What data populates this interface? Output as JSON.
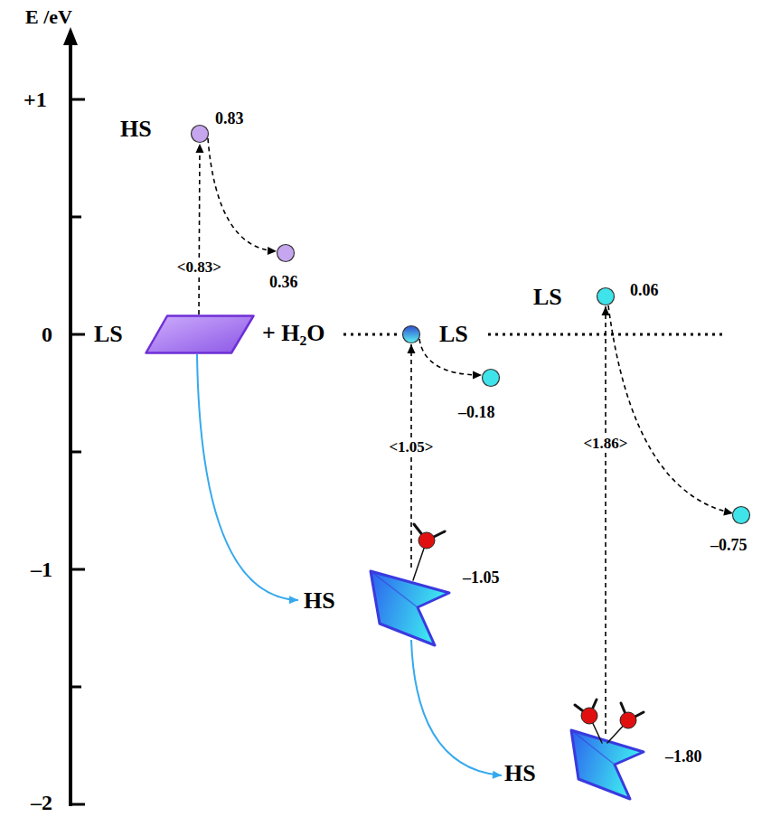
{
  "diagram": {
    "nodes": [
      {
        "text": [
          "LS"
        ]
      },
      {
        "text": [
          "HS",
          "0.83"
        ]
      },
      {
        "text": [
          "0.36"
        ]
      },
      {
        "text": [
          "LS"
        ]
      },
      {
        "text": [
          "–0.18"
        ]
      },
      {
        "text": [
          "HS",
          "–1.05"
        ]
      },
      {
        "text": [
          "LS",
          "0.06"
        ]
      },
      {
        "text": [
          "–0.75"
        ]
      },
      {
        "text": [
          "HS",
          "–1.80"
        ]
      }
    ],
    "edges": [
      {
        "from": 0,
        "to": 1,
        "arrow": "to",
        "label": "<0.83>"
      },
      {
        "from": 1,
        "to": 2,
        "arrow": "to"
      },
      {
        "from": 5,
        "to": 3,
        "arrow": "to",
        "label": "<1.05>"
      },
      {
        "from": 3,
        "to": 4,
        "arrow": "to"
      },
      {
        "from": 8,
        "to": 6,
        "arrow": "to",
        "label": "<1.86>"
      },
      {
        "from": 6,
        "to": 7,
        "arrow": "to"
      },
      {
        "from": 0,
        "to": 5,
        "arrow": "to"
      },
      {
        "from": 5,
        "to": 8,
        "arrow": "to"
      }
    ],
    "labels": [
      "E /eV",
      "+1",
      "0",
      "–1",
      "–2",
      "+ H₂O"
    ]
  }
}
